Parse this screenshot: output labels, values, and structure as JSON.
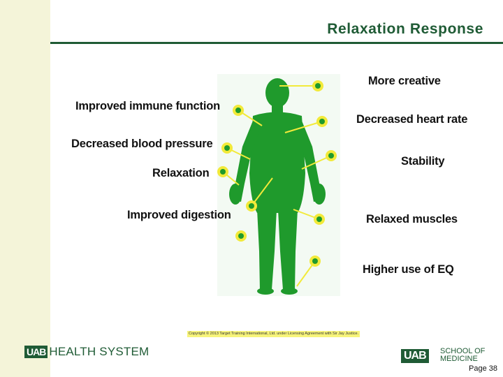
{
  "slide": {
    "title": "Relaxation Response",
    "page_number": "Page 38"
  },
  "diagram": {
    "labels": {
      "more_creative": "More creative",
      "improved_immune": "Improved immune function",
      "decreased_heart_rate": "Decreased heart rate",
      "decreased_bp": "Decreased blood pressure",
      "stability": "Stability",
      "relaxation": "Relaxation",
      "improved_digestion": "Improved digestion",
      "relaxed_muscles": "Relaxed muscles",
      "higher_eq": "Higher use of EQ"
    },
    "copyright": "Copyright © 2013 Target Training International, Ltd. under Licensing Agreement with Sir Jay Justice."
  },
  "footer": {
    "left_logo_mark": "UAB",
    "left_logo_text": "HEALTH SYSTEM",
    "right_logo_mark": "UAB",
    "right_logo_line1": "SCHOOL OF",
    "right_logo_line2": "MEDICINE"
  },
  "colors": {
    "brand_green": "#1f5b35",
    "figure_green": "#1f9a2c",
    "dot_yellow": "#f2ea3a",
    "left_strip": "#f4f4d9"
  }
}
